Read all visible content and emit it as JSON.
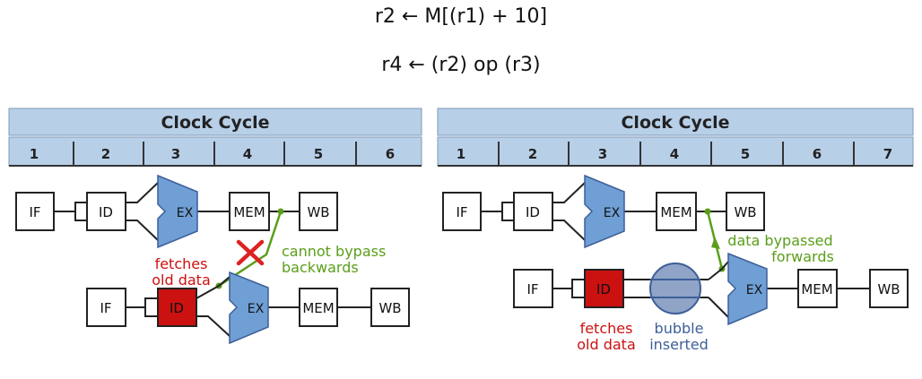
{
  "equations": {
    "line1": "r2 ← M[(r1) + 10]",
    "line2": "r4 ← (r2) op (r3)"
  },
  "left_diagram": {
    "header": "Clock Cycle",
    "cycles": [
      "1",
      "2",
      "3",
      "4",
      "5",
      "6"
    ],
    "row1": {
      "if": "IF",
      "id": "ID",
      "ex": "EX",
      "mem": "MEM",
      "wb": "WB"
    },
    "row2": {
      "if": "IF",
      "id": "ID",
      "ex": "EX",
      "mem": "MEM",
      "wb": "WB"
    },
    "note_bypass": [
      "cannot bypass",
      "backwards"
    ],
    "note_fetch": [
      "fetches",
      "old data"
    ]
  },
  "right_diagram": {
    "header": "Clock Cycle",
    "cycles": [
      "1",
      "2",
      "3",
      "4",
      "5",
      "6",
      "7"
    ],
    "row1": {
      "if": "IF",
      "id": "ID",
      "ex": "EX",
      "mem": "MEM",
      "wb": "WB"
    },
    "row2": {
      "if": "IF",
      "id": "ID",
      "ex": "EX",
      "mem": "MEM",
      "wb": "WB"
    },
    "note_bypass": [
      "data bypassed",
      "forwards"
    ],
    "note_fetch": [
      "fetches",
      "old data"
    ],
    "note_bubble": [
      "bubble",
      "inserted"
    ]
  },
  "colors": {
    "header_bg": "#b8cfe8",
    "ex_fill": "#6f9fd4",
    "id_stall_fill": "#cc1111",
    "bypass_green": "#5a9e1a",
    "bubble_fill": "#8fa4c6",
    "bubble_stroke": "#3d5e99"
  }
}
